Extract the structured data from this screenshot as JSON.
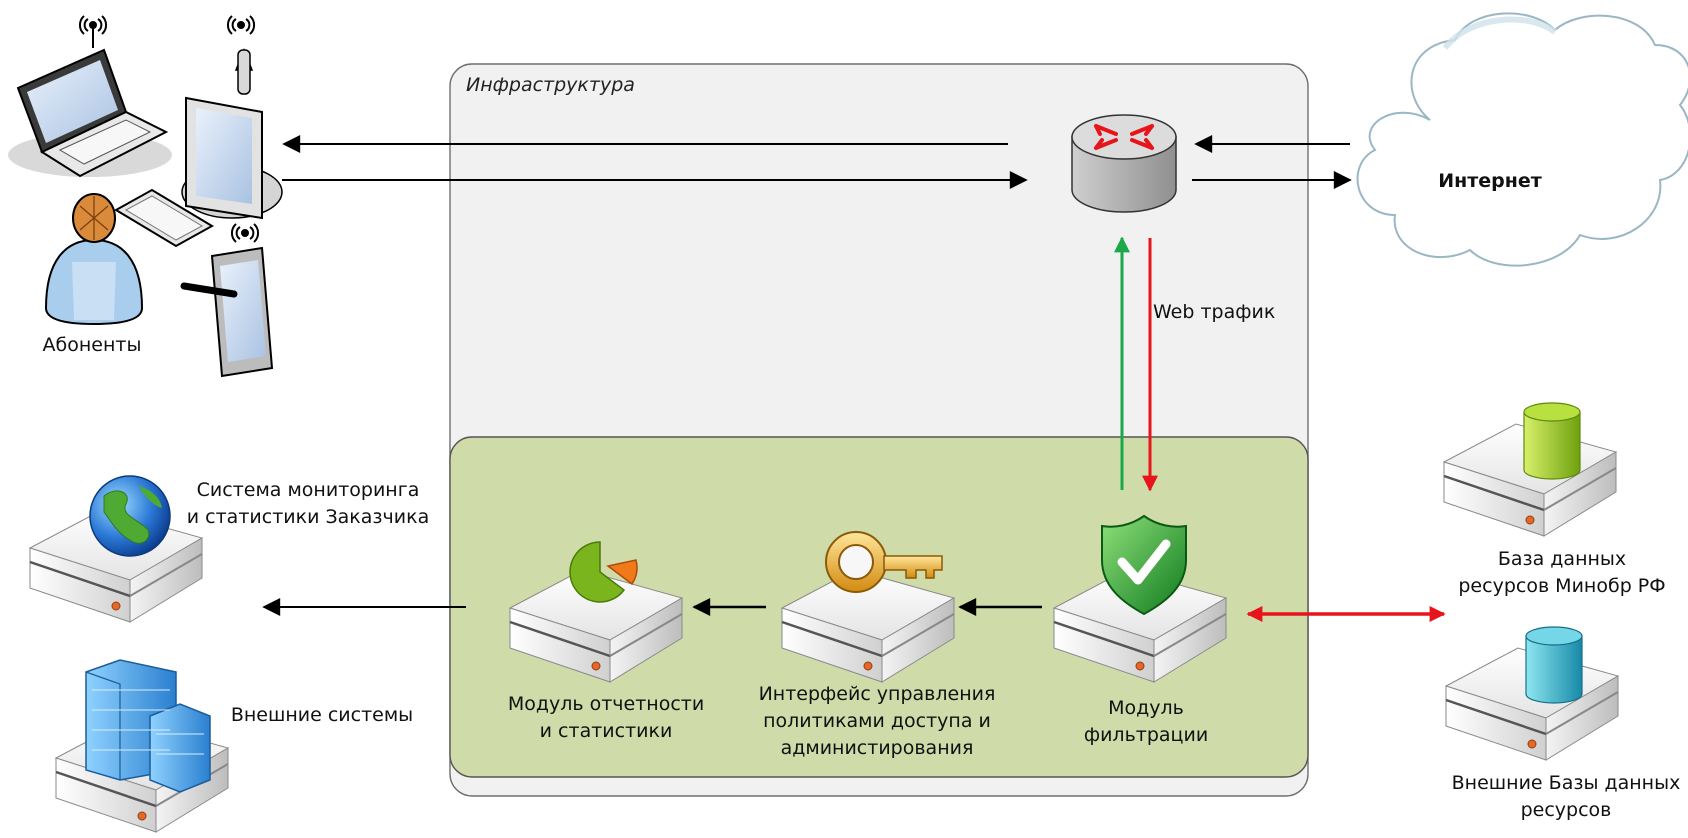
{
  "infrastructure": {
    "title": "Инфраструктура"
  },
  "internet": {
    "label": "Интернет"
  },
  "web_traffic": {
    "label": "Web трафик"
  },
  "subscribers": {
    "label": "Абоненты"
  },
  "monitoring": {
    "line1": "Система мониторинга",
    "line2": "и статистики Заказчика"
  },
  "external_systems": {
    "label": "Внешние системы"
  },
  "reporting_module": {
    "line1": "Модуль отчетности",
    "line2": "и  статистики"
  },
  "policy_interface": {
    "line1": "Интерфейс управления",
    "line2": "политиками доступа и",
    "line3": "администирования"
  },
  "filter_module": {
    "line1": "Модуль",
    "line2": "фильтрации"
  },
  "minobr_db": {
    "line1": "База данных",
    "line2": "ресурсов Минобр РФ"
  },
  "external_db": {
    "line1": "Внешние Базы данных",
    "line2": "ресурсов"
  },
  "colors": {
    "infra_bg": "#f1f1f1",
    "inner_bg": "#cfdcaa",
    "green_arrow": "#1ba84a",
    "red_arrow": "#e8141b",
    "cloud_stroke": "#9ab7c3"
  },
  "icons": {
    "router": "router-icon",
    "cloud": "cloud-icon",
    "laptop": "laptop-icon",
    "desktop": "desktop-icon",
    "tablet": "tablet-icon",
    "user": "user-icon",
    "globe": "globe-icon",
    "buildings": "buildings-icon",
    "pie_chart": "pie-chart-icon",
    "key": "key-icon",
    "shield": "shield-check-icon",
    "database_green": "database-green-icon",
    "database_blue": "database-blue-icon"
  }
}
